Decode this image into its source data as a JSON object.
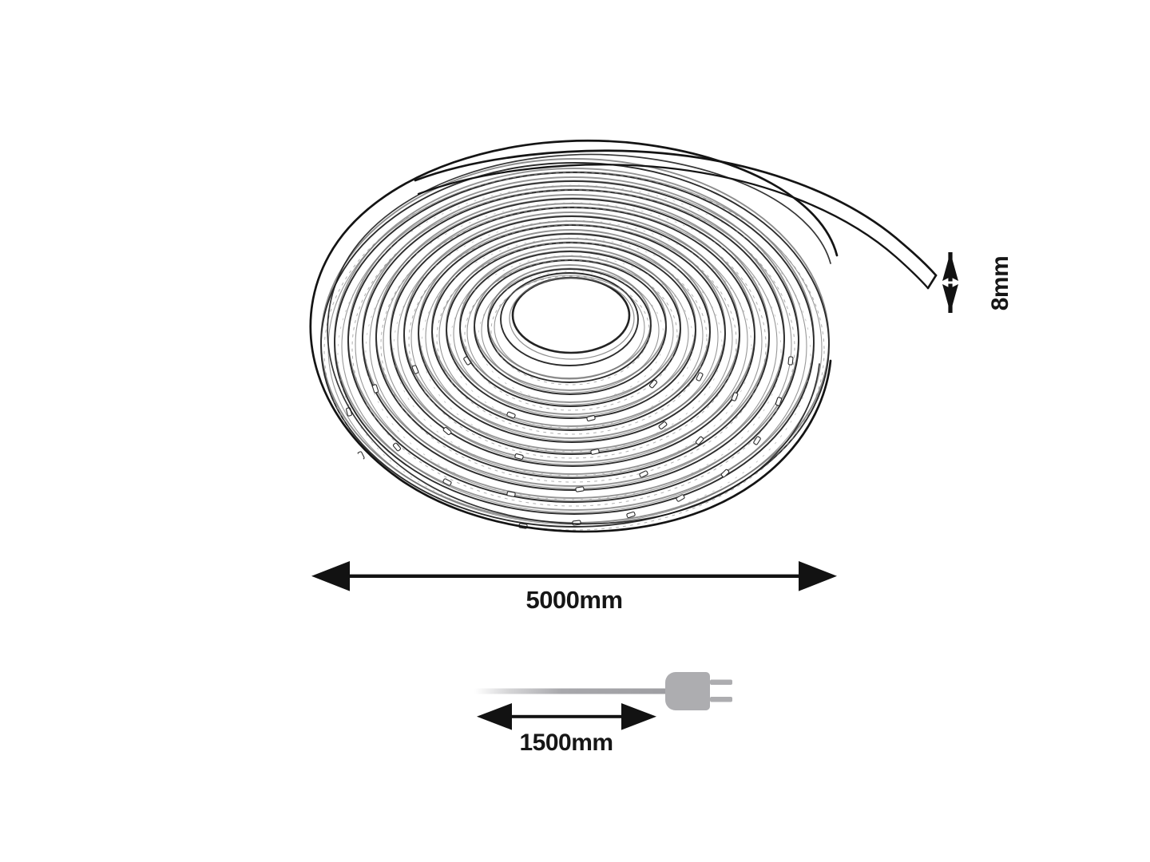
{
  "drawing": {
    "title": "LED strip reel technical dimension drawing",
    "background_color": "#ffffff",
    "line_color": "#1a1a1a",
    "cable_color": "#b2b2b5",
    "plug_color": "#adadb0"
  },
  "product": {
    "name": "LED strip reel",
    "coil_description": "Coiled flexible LED strip shown in perspective with loose end at upper right"
  },
  "dimensions": {
    "length": {
      "value": "5000mm",
      "measures": "strip length",
      "orientation": "horizontal",
      "arrow": "double-headed"
    },
    "thickness": {
      "value": "8mm",
      "measures": "strip width",
      "orientation": "vertical",
      "arrow": "double-headed"
    },
    "cable": {
      "value": "1500mm",
      "measures": "power cable length",
      "orientation": "horizontal",
      "arrow": "double-headed"
    }
  },
  "icons": {
    "plug": "power-plug-icon",
    "arrow_horizontal": "double-arrow-horizontal-icon",
    "arrow_vertical": "double-arrow-vertical-icon"
  }
}
